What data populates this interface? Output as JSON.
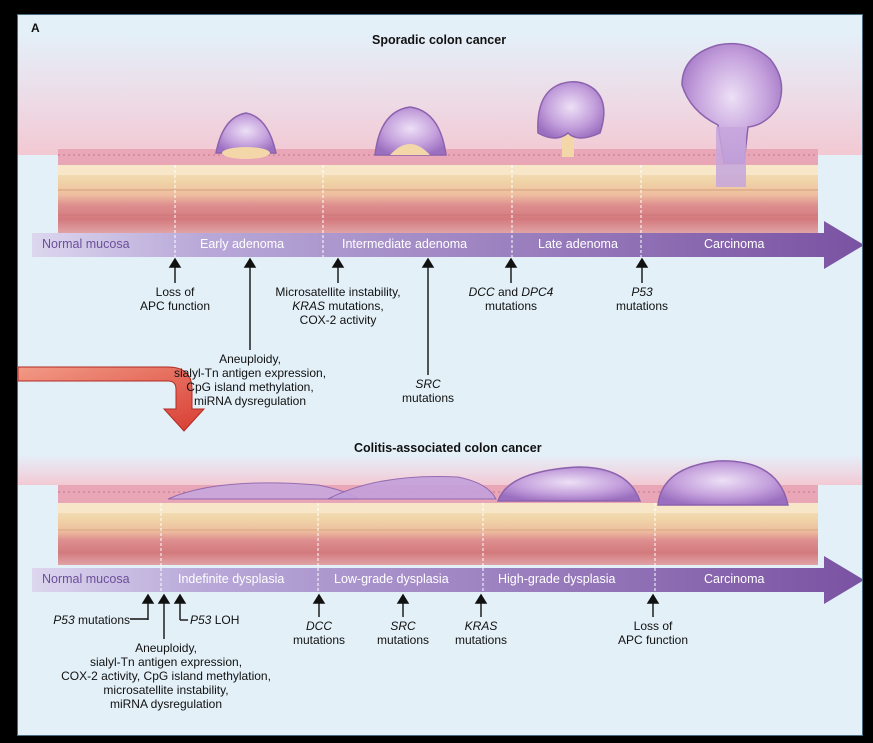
{
  "panel_letter": "A",
  "sporadic": {
    "title": "Sporadic colon cancer",
    "stages": [
      "Normal mucosa",
      "Early adenoma",
      "Intermediate adenoma",
      "Late adenoma",
      "Carcinoma"
    ],
    "events": {
      "apc": [
        "Loss of",
        "APC function"
      ],
      "aneuploidy": [
        "Aneuploidy,",
        "sialyl-Tn antigen expression,",
        "CpG island methylation,",
        "miRNA dysregulation"
      ],
      "msi": [
        "Microsatellite instability,",
        "mutations,",
        "COX-2 activity"
      ],
      "msi_kras_gene": "KRAS",
      "src_gene": "SRC",
      "src": "mutations",
      "dcc_gene": "DCC",
      "dcc_and": "and",
      "dpc4_gene": "DPC4",
      "dcc_line2": "mutations",
      "p53_gene": "P53",
      "p53": "mutations"
    }
  },
  "colitis": {
    "title": "Colitis-associated colon cancer",
    "stages": [
      "Normal mucosa",
      "Indefinite dysplasia",
      "Low-grade dysplasia",
      "High-grade dysplasia",
      "Carcinoma"
    ],
    "events": {
      "p53_gene": "P53",
      "p53_mut": "mutations",
      "p53_loh_gene": "P53",
      "p53_loh": "LOH",
      "aneuploidy": [
        "Aneuploidy,",
        "sialyl-Tn antigen expression,",
        "COX-2 activity, CpG island methylation,",
        "microsatellite instability,",
        "miRNA dysregulation"
      ],
      "dcc_gene": "DCC",
      "dcc": "mutations",
      "src_gene": "SRC",
      "src": "mutations",
      "kras_gene": "KRAS",
      "kras": "mutations",
      "apc": [
        "Loss of",
        "APC function"
      ]
    }
  },
  "colors": {
    "arrow_start": "#dcd6ee",
    "arrow_end": "#7f5aa6",
    "mucosa": "#e7aab7",
    "submucosa": "#f1d7ad",
    "muscle": "#d9878b",
    "tumor": "#b38ad0",
    "highlight_arrow": "#e5453b"
  }
}
